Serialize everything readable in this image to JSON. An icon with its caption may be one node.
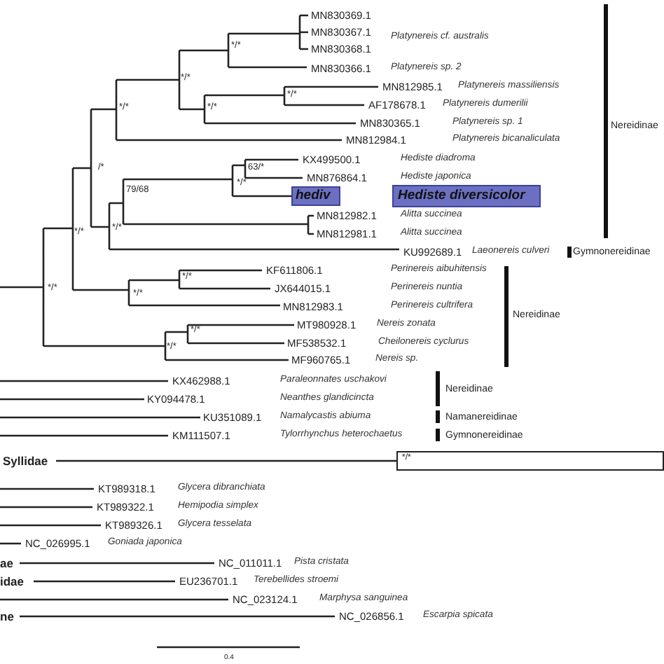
{
  "diagram": {
    "nodes": [
      {
        "text": [
          "hediv"
        ]
      },
      {
        "text": [
          "Hediste diversicolor"
        ]
      },
      {
        "text": [
          "*/*"
        ]
      }
    ],
    "labels": [
      "MN830369.1",
      "MN830367.1",
      "Platynereis cf. australis",
      "*/*",
      "MN830368.1",
      "MN830366.1",
      "Platynereis sp. 2",
      "*/*",
      "MN812985.1",
      "Platynereis massiliensis",
      "*/*",
      "*/*",
      "*/*",
      "AF178678.1",
      "Platynereis dumerilii",
      "MN830365.1",
      "Platynereis sp. 1",
      "Nereidinae",
      "MN812984.1",
      "Platynereis bicanaliculata",
      "KX499500.1",
      "Hediste diadroma",
      "/*",
      "63/*",
      "MN876864.1",
      "Hediste japonica",
      "*/*",
      "79/68",
      "MN812982.1",
      "Alitta succinea",
      "*/*",
      "*/*",
      "MN812981.1",
      "Alitta succinea",
      "KU992689.1",
      "Laeonereis culveri",
      "Gymnonereidinae",
      "KF611806.1",
      "Perinereis aibuhitensis",
      "*/*",
      "*/*",
      "*/*",
      "JX644015.1",
      "Perinereis nuntia",
      "MN812983.1",
      "Perinereis cultrifera",
      "Nereidinae",
      "MT980928.1",
      "Nereis zonata",
      "*/*",
      "MF538532.1",
      "Cheilonereis cyclurus",
      "*/*",
      "MF960765.1",
      "Nereis sp.",
      "KX462988.1",
      "Paraleonnates uschakovi",
      "Nereidinae",
      "KY094478.1",
      "Neanthes glandicincta",
      "KU351089.1",
      "Namalycastis abiuma",
      "Namanereidinae",
      "KM111507.1",
      "Tylorrhynchus heterochaetus",
      "Gymnonereidinae",
      "Syllidae",
      "KT989318.1",
      "Glycera dibranchiata",
      "KT989322.1",
      "Hemipodia simplex",
      "KT989326.1",
      "Glycera tesselata",
      "NC_026995.1",
      "Goniada japonica",
      "ae",
      "NC_011011.1",
      "Pista cristata",
      "idae",
      "EU236701.1",
      "Terebellides stroemi",
      "NC_023124.1",
      "Marphysa sanguinea",
      "ne",
      "NC_026856.1",
      "Escarpia spicata",
      "0.4"
    ]
  }
}
